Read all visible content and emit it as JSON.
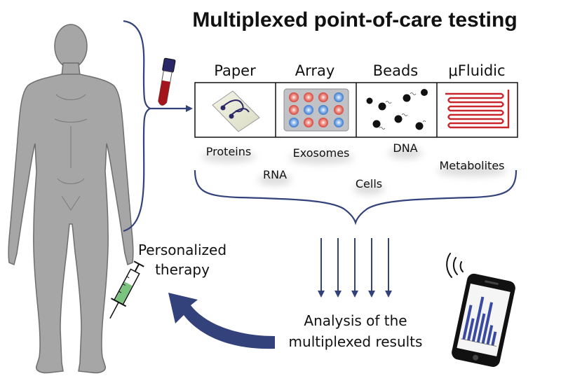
{
  "title": "Multiplexed point-of-care testing",
  "platforms": [
    {
      "label": "Paper",
      "icon": "paper-strip-icon"
    },
    {
      "label": "Array",
      "icon": "dot-array-icon"
    },
    {
      "label": "Beads",
      "icon": "beads-icon"
    },
    {
      "label": "μFluidic",
      "icon": "microfluidic-channel-icon"
    }
  ],
  "analytes": {
    "proteins": "Proteins",
    "rna": "RNA",
    "exosomes": "Exosomes",
    "cells": "Cells",
    "dna": "DNA",
    "metabolites": "Metabolites"
  },
  "therapy": {
    "line1": "Personalized",
    "line2": "therapy"
  },
  "analysis": {
    "line1": "Analysis of the",
    "line2": "multiplexed results"
  },
  "icons": [
    "human-body-icon",
    "blood-tube-icon",
    "syringe-icon",
    "smartphone-icon",
    "wifi-signal-icon"
  ],
  "colors": {
    "arrow": "#33427a",
    "body": "#a6a6a6",
    "blood": "#a3141d",
    "tube_cap": "#2a2766",
    "syringe_liquid": "#7bc47f",
    "channel": "#c8262c",
    "phone_bars": "#3a4aa0"
  }
}
